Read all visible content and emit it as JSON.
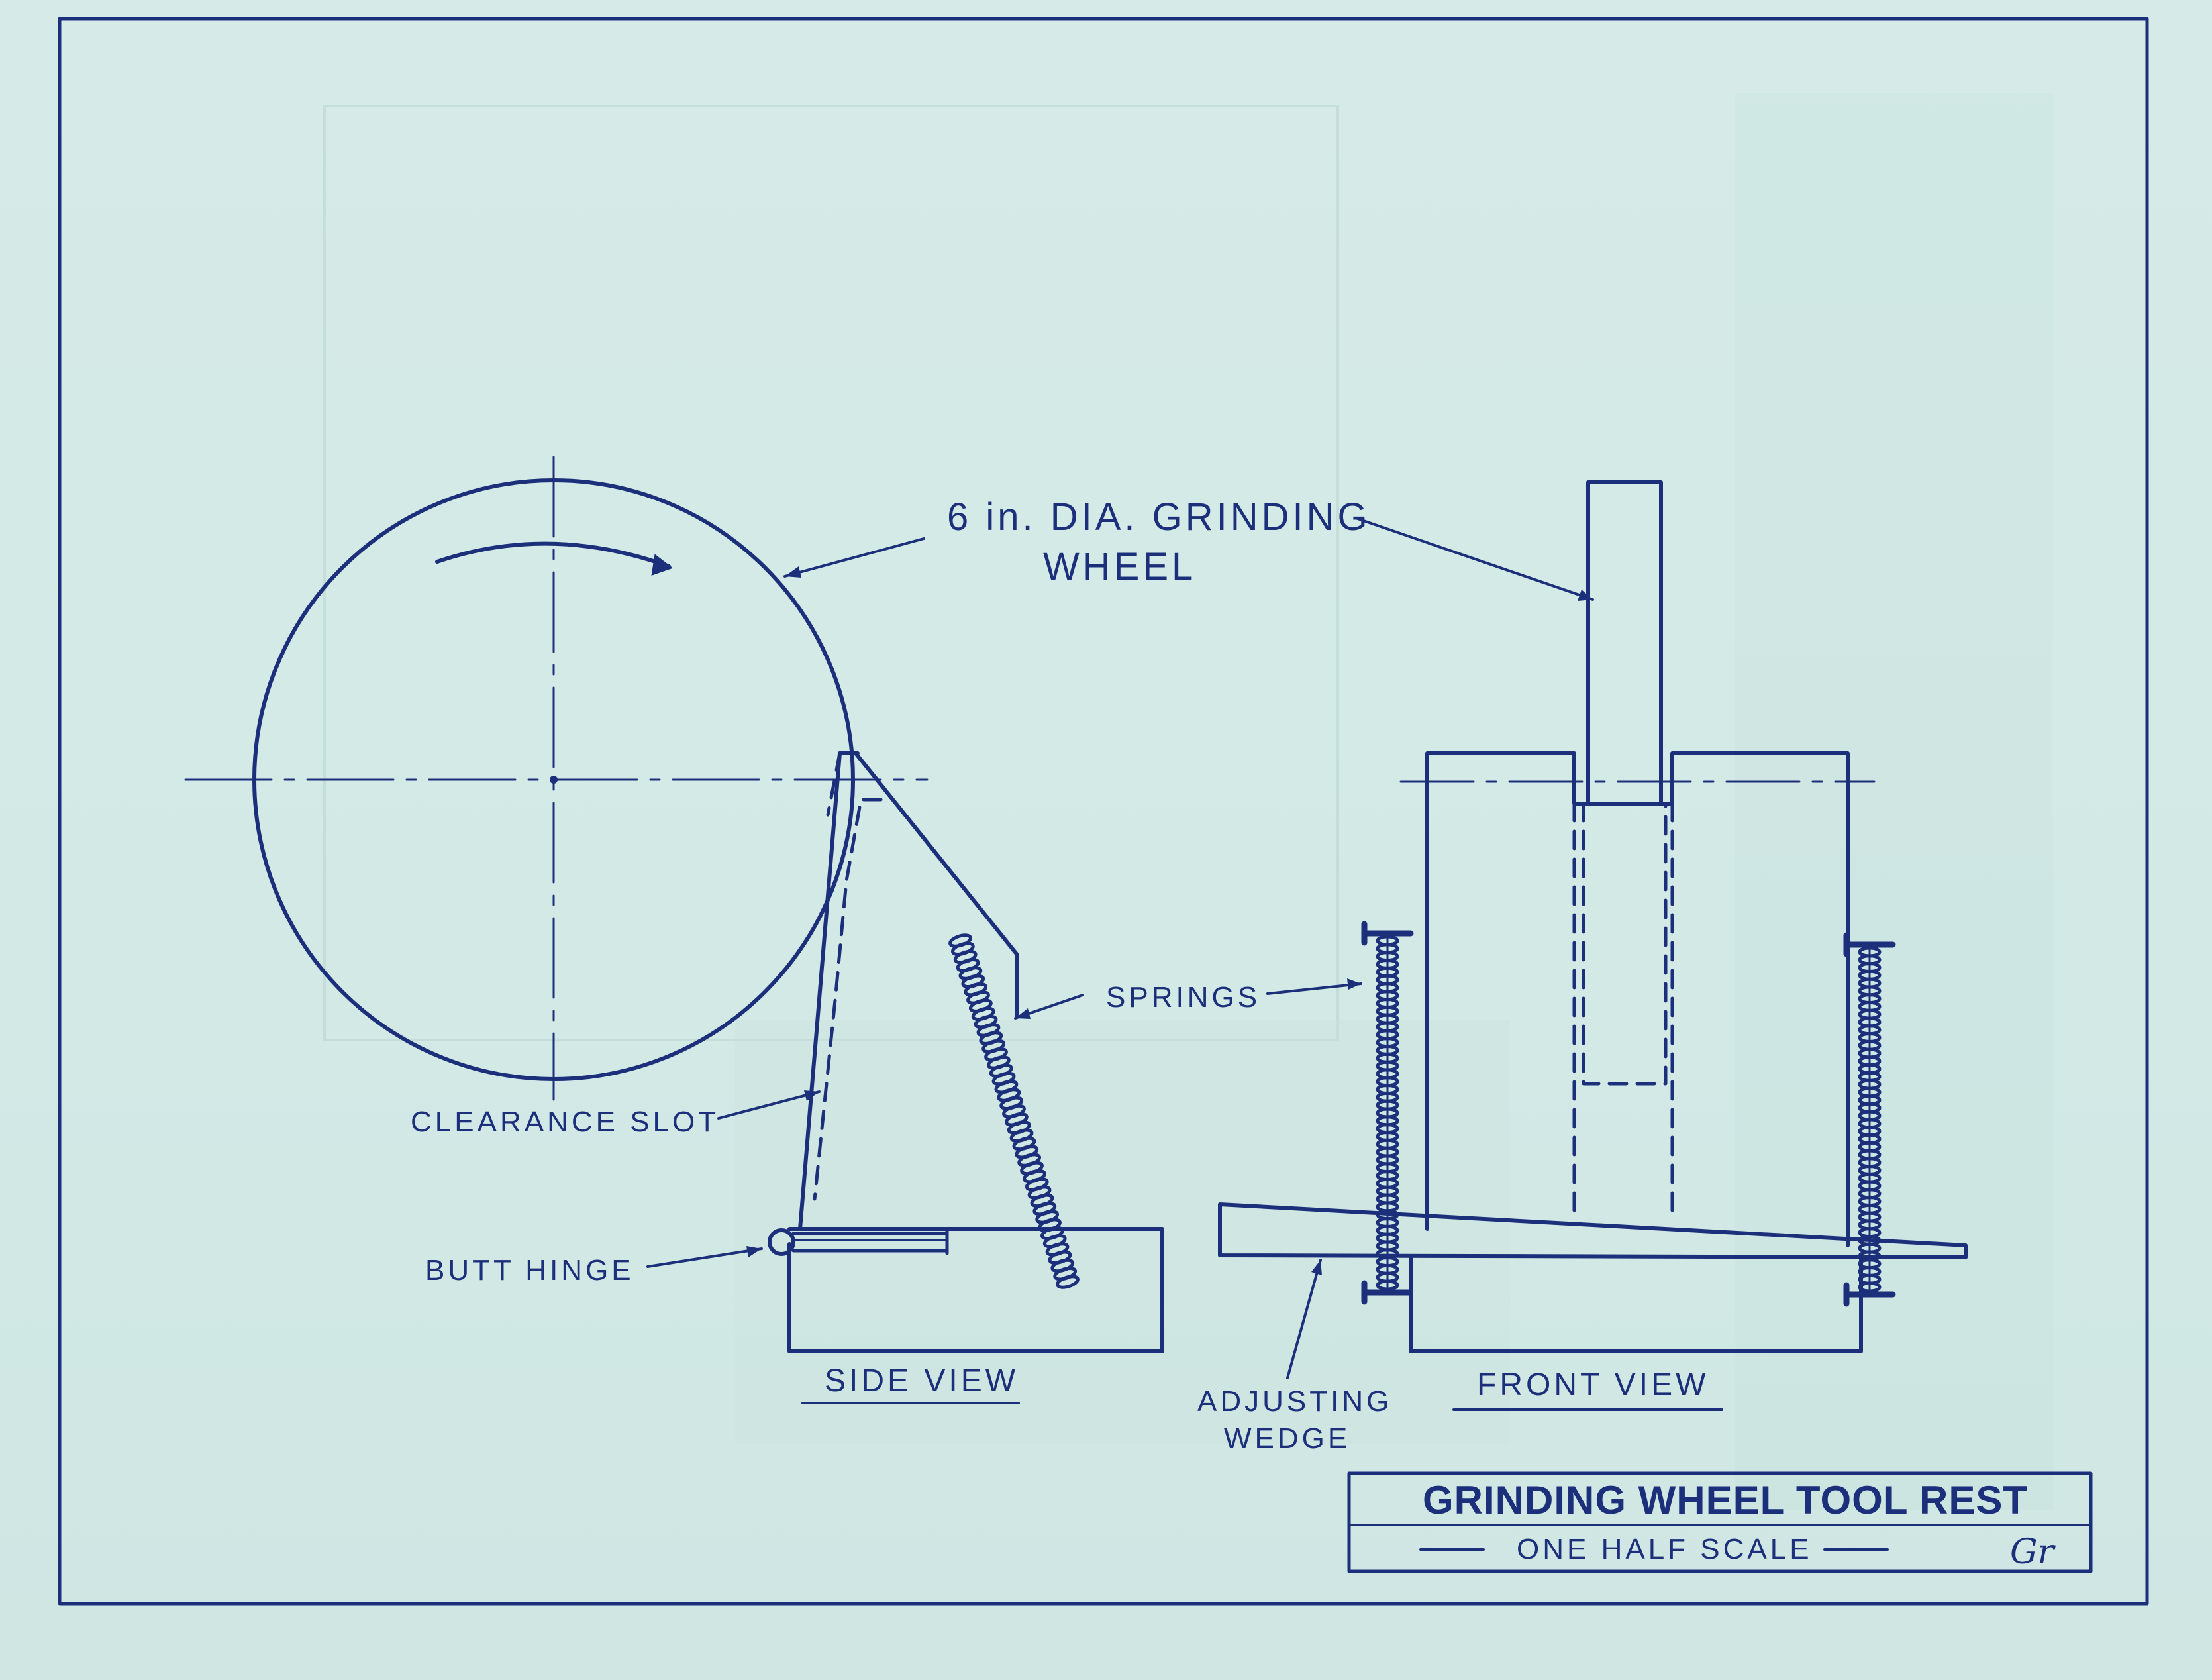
{
  "labels": {
    "wheel_line1": "6 in. DIA. GRINDING",
    "wheel_line2": "WHEEL",
    "springs": "SPRINGS",
    "clearance_slot": "CLEARANCE SLOT",
    "butt_hinge": "BUTT HINGE",
    "side_view": "SIDE VIEW",
    "front_view": "FRONT VIEW",
    "adjusting_line1": "ADJUSTING",
    "adjusting_line2": "WEDGE"
  },
  "title_block": {
    "title": "GRINDING WHEEL TOOL REST",
    "scale": "ONE HALF SCALE",
    "initials": "Gr"
  },
  "colors": {
    "ink": "#1b2f7a",
    "paper": "#d6ebe7"
  }
}
